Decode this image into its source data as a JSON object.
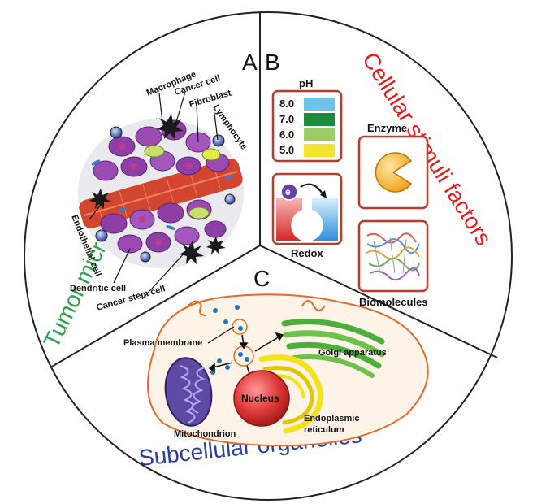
{
  "sections": {
    "a": {
      "letter": "A",
      "title": "Tumor microenvironment",
      "title_color": "#2aa34a"
    },
    "b": {
      "letter": "B",
      "title": "Cellular stimuli factors",
      "title_color": "#e02020"
    },
    "c": {
      "letter": "C",
      "title": "Subcellular organelles",
      "title_color": "#2b3f9e"
    }
  },
  "tumor_labels": {
    "macrophage": "Macrophage",
    "cancer_cell": "Cancer cell",
    "fibroblast": "Fibroblast",
    "lymphocyte": "Lymphocyte",
    "endothelial": "Endothelial cell",
    "dendritic": "Dendritic cell",
    "stem": "Cancer stem cell"
  },
  "stimuli": {
    "ph_title": "pH",
    "ph_levels": [
      {
        "value": "8.0",
        "color": "#6ec3ea"
      },
      {
        "value": "7.0",
        "color": "#1e8a3c"
      },
      {
        "value": "6.0",
        "color": "#9ccc65"
      },
      {
        "value": "5.0",
        "color": "#f2e52a"
      }
    ],
    "enzyme": "Enzyme",
    "redox": "Redox",
    "redox_e": "e",
    "biomolecules": "Biomolecules"
  },
  "organelles": {
    "plasma": "Plasma membrane",
    "golgi": "Golgi apparatus",
    "nucleus": "Nucleus",
    "mito": "Mitochondrion",
    "er1": "Endoplasmic",
    "er2": "reticulum"
  },
  "colors": {
    "box_border": "#c0392b",
    "cell_purple": "#8e3fa6",
    "vessel_red": "#d2452f",
    "nucleus_red": "#e03a3a",
    "golgi_green": "#4caf3c",
    "er_yellow": "#f3e21c",
    "mito_purple": "#5e4aa3",
    "cell_outline": "#e46b2a"
  }
}
